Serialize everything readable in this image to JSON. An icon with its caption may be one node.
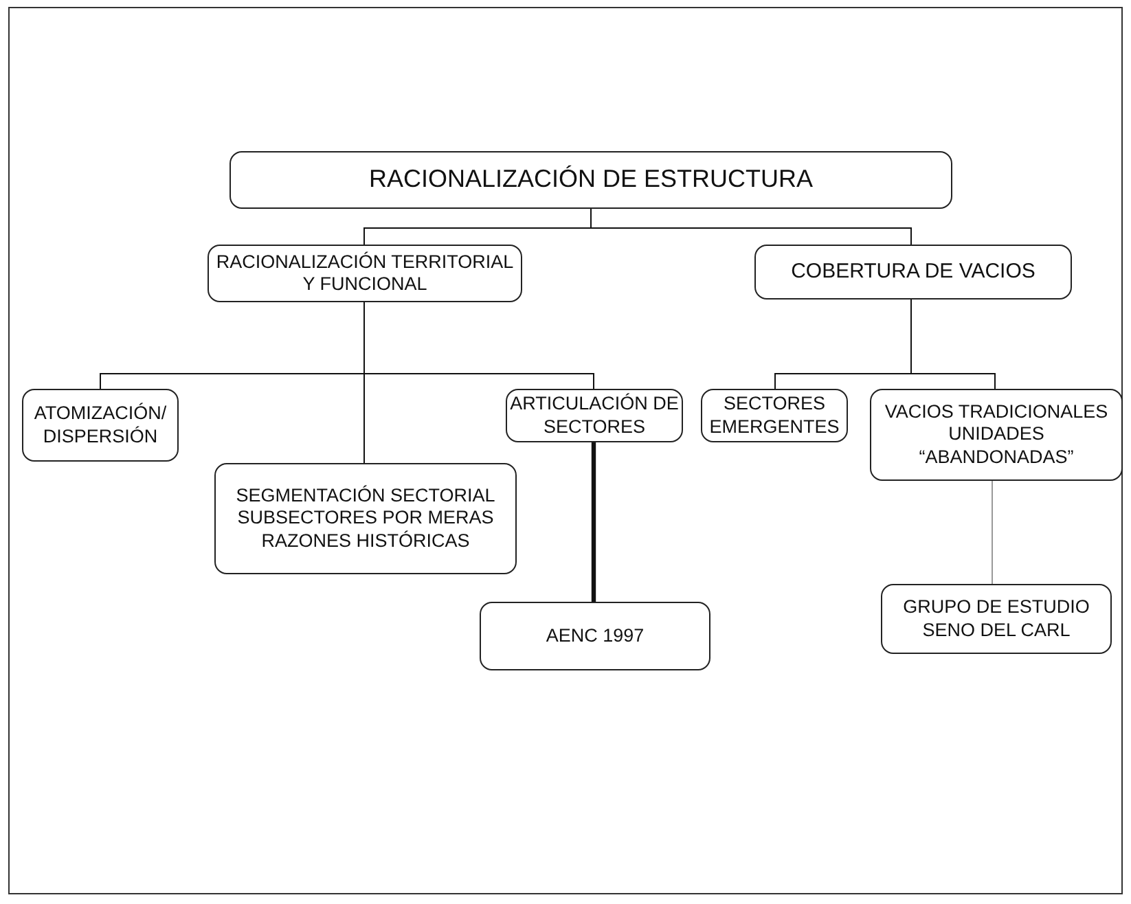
{
  "diagram": {
    "nodes": [
      {
        "text": [
          "RACIONALIZACIÓN DE ESTRUCTURA"
        ]
      },
      {
        "text": [
          "RACIONALIZACIÓN TERRITORIAL Y FUNCIONAL"
        ]
      },
      {
        "text": [
          "COBERTURA DE VACIOS"
        ]
      },
      {
        "text": [
          "ATOMIZACIÓN/ DISPERSIÓN"
        ]
      },
      {
        "text": [
          "ARTICULACIÓN DE SECTORES"
        ]
      },
      {
        "text": [
          "SECTORES EMERGENTES"
        ]
      },
      {
        "text": [
          "VACIOS TRADICIONALES UNIDADES “ABANDONADAS”"
        ]
      },
      {
        "text": [
          "SEGMENTACIÓN SECTORIAL SUBSECTORES POR MERAS RAZONES HISTÓRICAS"
        ]
      },
      {
        "text": [
          "AENC 1997"
        ]
      },
      {
        "text": [
          "GRUPO DE ESTUDIO SENO DEL CARL"
        ]
      }
    ],
    "edges": [
      {
        "from": 0,
        "to": 1,
        "arrow": "none"
      },
      {
        "from": 0,
        "to": 2,
        "arrow": "none"
      },
      {
        "from": 1,
        "to": 3,
        "arrow": "none"
      },
      {
        "from": 1,
        "to": 7,
        "arrow": "none"
      },
      {
        "from": 1,
        "to": 4,
        "arrow": "none"
      },
      {
        "from": 4,
        "to": 8,
        "arrow": "none",
        "style": "thick"
      },
      {
        "from": 2,
        "to": 5,
        "arrow": "none"
      },
      {
        "from": 2,
        "to": 6,
        "arrow": "none"
      },
      {
        "from": 6,
        "to": 9,
        "arrow": "none",
        "color": "#999999"
      }
    ]
  }
}
